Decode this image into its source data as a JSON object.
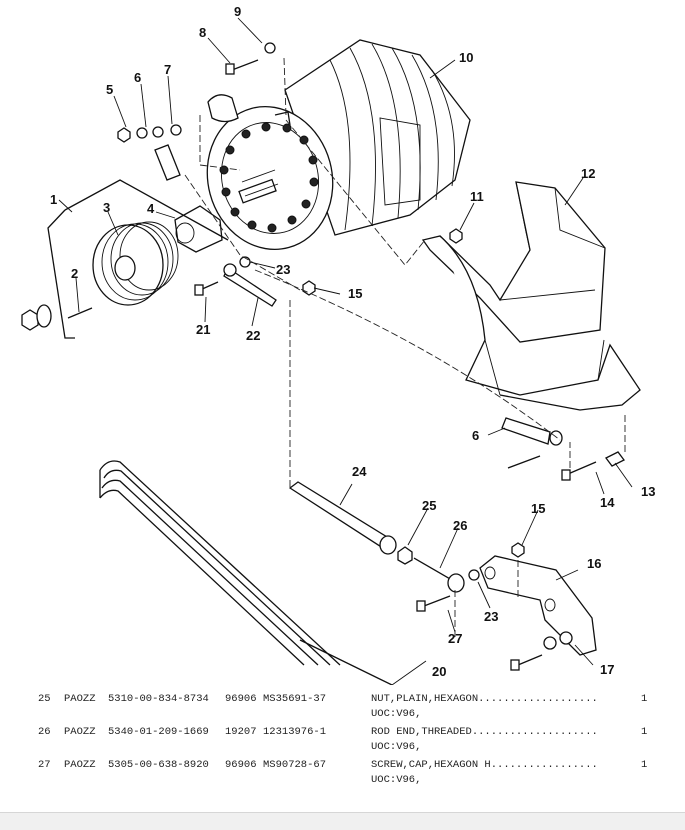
{
  "callouts": {
    "c1": "1",
    "c2": "2",
    "c3": "3",
    "c4": "4",
    "c5": "5",
    "c6": "6",
    "c6b": "6",
    "c7": "7",
    "c8": "8",
    "c9": "9",
    "c10": "10",
    "c11": "11",
    "c12": "12",
    "c13": "13",
    "c14": "14",
    "c15": "15",
    "c15b": "15",
    "c16": "16",
    "c17": "17",
    "c20": "20",
    "c21": "21",
    "c22": "22",
    "c23": "23",
    "c23b": "23",
    "c24": "24",
    "c25": "25",
    "c26": "26",
    "c27": "27"
  },
  "parts_table": {
    "rows": [
      {
        "item": "25",
        "smr": "PAOZZ",
        "nsn": "5310-00-834-8734",
        "cage": "96906",
        "part_number": "MS35691-37",
        "description": "NUT,PLAIN,HEXAGON...................",
        "uoc": "UOC:V96,",
        "qty": "1"
      },
      {
        "item": "26",
        "smr": "PAOZZ",
        "nsn": "5340-01-209-1669",
        "cage": "19207",
        "part_number": "12313976-1",
        "description": "ROD END,THREADED....................",
        "uoc": "UOC:V96,",
        "qty": "1"
      },
      {
        "item": "27",
        "smr": "PAOZZ",
        "nsn": "5305-00-638-8920",
        "cage": "96906",
        "part_number": "MS90728-67",
        "description": "SCREW,CAP,HEXAGON H.................",
        "uoc": "UOC:V96,",
        "qty": "1"
      }
    ]
  }
}
